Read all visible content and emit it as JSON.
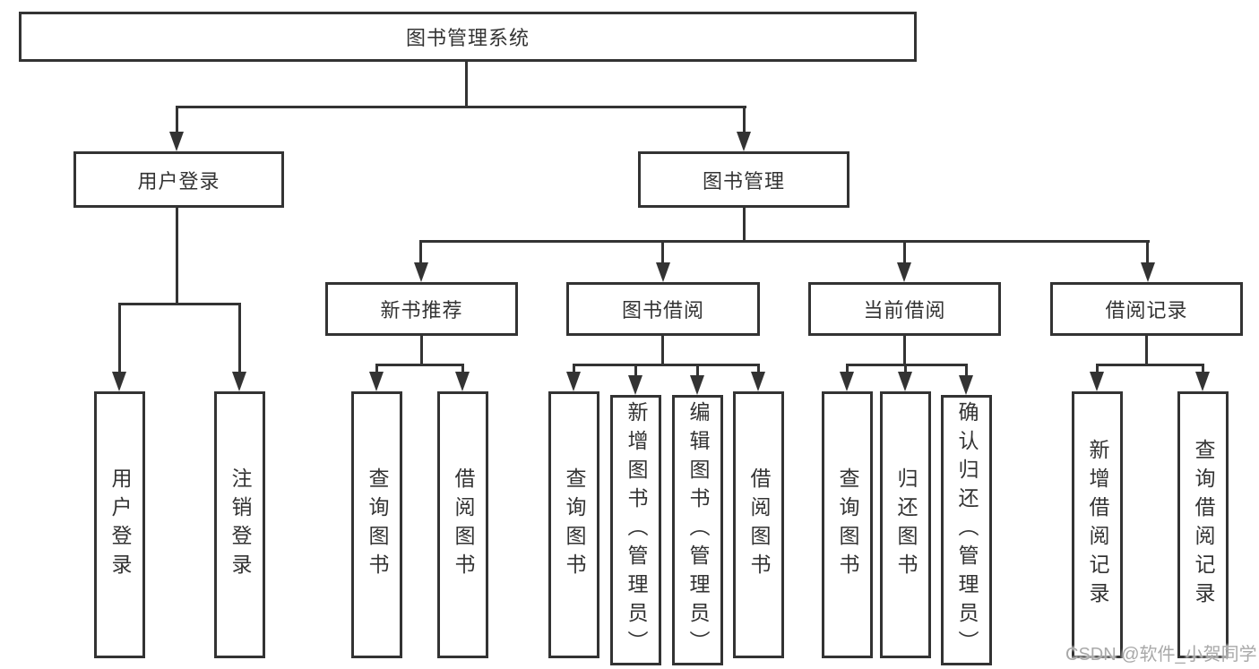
{
  "diagram": {
    "nodes": {
      "root": "图书管理系统",
      "user_login": "用户登录",
      "book_management": "图书管理",
      "new_book_rec": "新书推荐",
      "book_borrow": "图书借阅",
      "current_borrow": "当前借阅",
      "borrow_record": "借阅记录"
    },
    "leaves": {
      "user_login": [
        "用户登录",
        "注销登录"
      ],
      "new_book_rec": [
        "查询图书",
        "借阅图书"
      ],
      "book_borrow": [
        "查询图书",
        "新增图书（管理员）",
        "编辑图书（管理员）",
        "借阅图书"
      ],
      "current_borrow": [
        "查询图书",
        "归还图书",
        "确认归还（管理员）"
      ],
      "borrow_record": [
        "新增借阅记录",
        "查询借阅记录"
      ]
    }
  },
  "watermark": {
    "text": "CSDN @软件_小贺同学",
    "color": "#a9a9a9"
  },
  "colors": {
    "line": "#333333",
    "text": "#333333",
    "background": "#ffffff"
  }
}
